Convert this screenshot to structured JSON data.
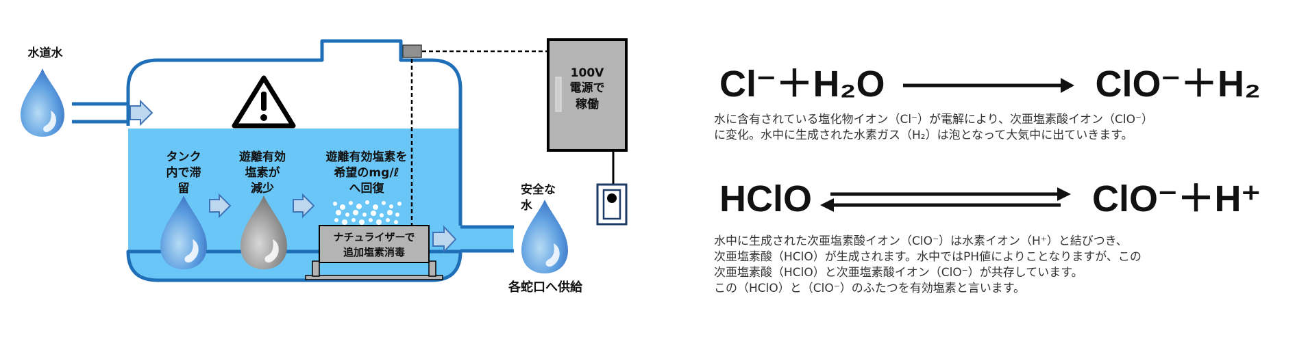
{
  "diagram": {
    "source_label": "水道水",
    "stages": [
      [
        "タンク",
        "内で滞",
        "留"
      ],
      [
        "遊離有効",
        "塩素が",
        "減少"
      ],
      [
        "遊離有効塩素を",
        "希望のmg/ℓ",
        "へ回復"
      ]
    ],
    "naturizer_lines": [
      "ナチュライザーで",
      "追加塩素消毒"
    ],
    "power_lines": [
      "100V",
      "電源で",
      "稼働"
    ],
    "safe_water_lines": [
      "安全な",
      "水"
    ],
    "supply_label": "各蛇口へ供給",
    "colors": {
      "water": "#6ac6f6",
      "tank_outline": "#1f6fb8",
      "drop_blue": "#4f93d4",
      "drop_gray": "#8e8e8e",
      "device_gray": "#b4b4b4",
      "arrow_fill": "#bcd7ee"
    },
    "icons": [
      "water-drop-icon",
      "warning-icon",
      "arrow-icon",
      "plug-socket-icon"
    ]
  },
  "equations": {
    "eq1": {
      "left": "Cl⁻＋H₂O",
      "right": "ClO⁻＋H₂",
      "arrow": "forward"
    },
    "eq2": {
      "left": "HClO",
      "right": "ClO⁻＋H⁺",
      "arrow": "equilibrium"
    }
  },
  "descriptions": {
    "desc1": [
      "水に含有されている塩化物イオン（Cl⁻）が電解により、次亜塩素酸イオン（ClO⁻）",
      "に変化。水中に生成された水素ガス（H₂）は泡となって大気中に出ていきます。"
    ],
    "desc2": [
      "水中に生成された次亜塩素酸イオン（ClO⁻）は水素イオン（H⁺）と結びつき、",
      "次亜塩素酸（HClO）が生成されます。水中ではPH値によりことなりますが、この",
      "次亜塩素酸（HClO）と次亜塩素酸イオン（ClO⁻）が共存しています。",
      "この（HClO）と（ClO⁻）のふたつを有効塩素と言います。"
    ]
  }
}
